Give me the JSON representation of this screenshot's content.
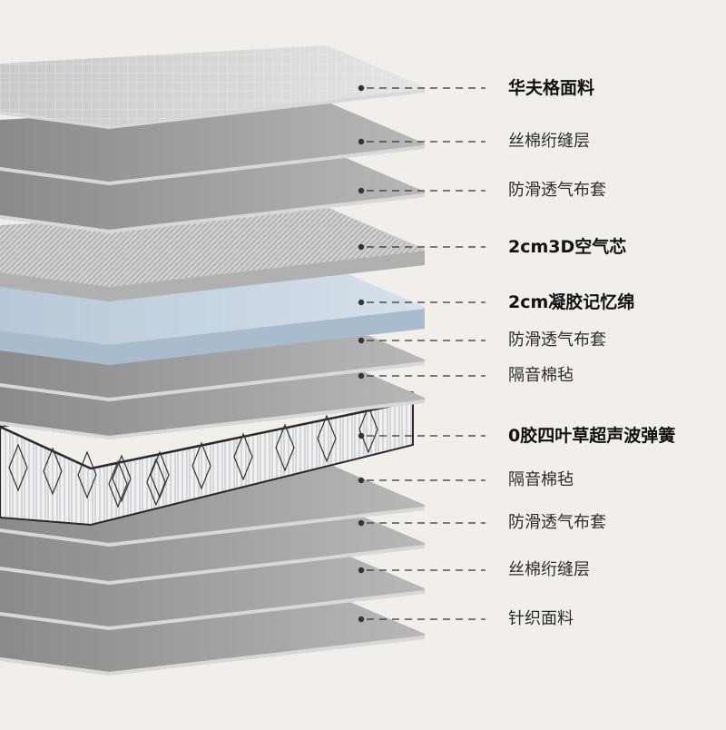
{
  "colors": {
    "background": "#f2efea",
    "leader_line": "#333333",
    "memory_foam": "#c9d6e2",
    "fabric_gray": "#9a9a9a",
    "spring_steel": "#2a2a2a"
  },
  "layers": [
    {
      "id": "waffle-fabric",
      "label": "华夫格面料",
      "bold": true,
      "kind": "fabric-light"
    },
    {
      "id": "cotton-quilt-top",
      "label": "丝棉绗缝层",
      "bold": false,
      "kind": "fabric"
    },
    {
      "id": "anti-slip-1",
      "label": "防滑透气布套",
      "bold": false,
      "kind": "fabric"
    },
    {
      "id": "air-core",
      "label": "2cm3D空气芯",
      "bold": true,
      "kind": "mesh"
    },
    {
      "id": "gel-memory-foam",
      "label": "2cm凝胶记忆绵",
      "bold": true,
      "kind": "foam"
    },
    {
      "id": "anti-slip-2",
      "label": "防滑透气布套",
      "bold": false,
      "kind": "fabric"
    },
    {
      "id": "felt-1",
      "label": "隔音棉毡",
      "bold": false,
      "kind": "fabric"
    },
    {
      "id": "spring-unit",
      "label": "0胶四叶草超声波弹簧",
      "bold": true,
      "kind": "spring"
    },
    {
      "id": "felt-2",
      "label": "隔音棉毡",
      "bold": false,
      "kind": "fabric"
    },
    {
      "id": "anti-slip-3",
      "label": "防滑透气布套",
      "bold": false,
      "kind": "fabric"
    },
    {
      "id": "cotton-quilt-bottom",
      "label": "丝棉绗缝层",
      "bold": false,
      "kind": "fabric"
    },
    {
      "id": "knit-fabric",
      "label": "针织面料",
      "bold": false,
      "kind": "fabric"
    }
  ]
}
